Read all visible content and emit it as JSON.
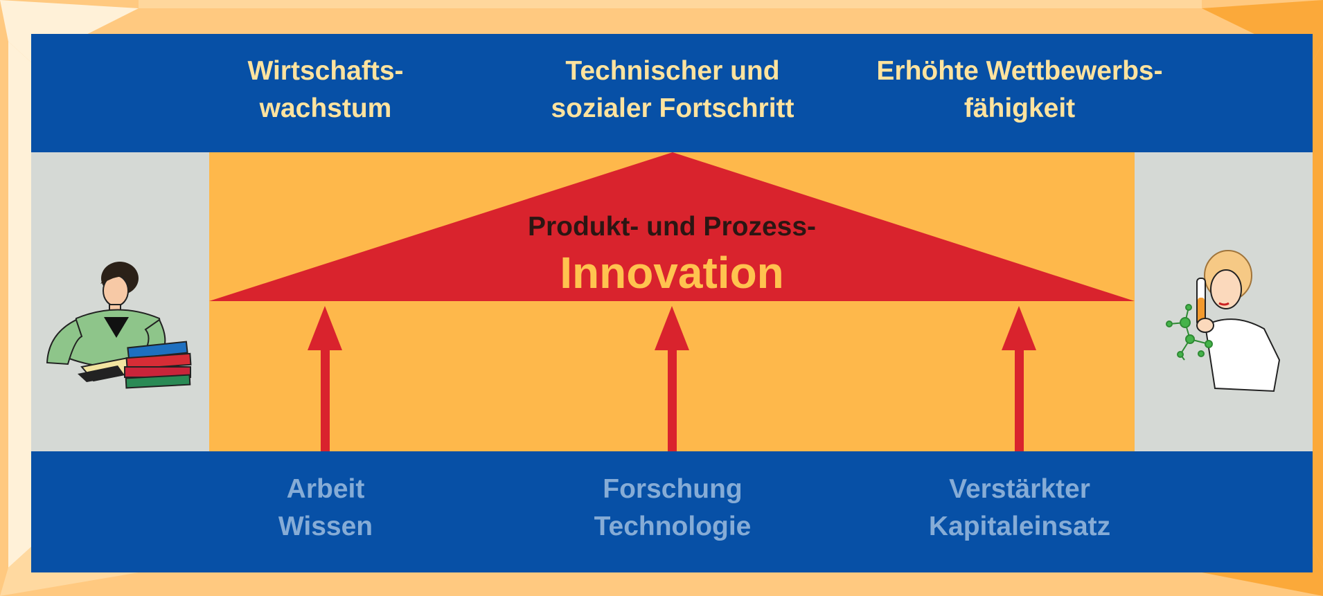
{
  "top_labels": [
    {
      "line1": "Wirtschafts-",
      "line2": "wachstum"
    },
    {
      "line1": "Technischer und",
      "line2": "sozialer Fortschritt"
    },
    {
      "line1": "Erhöhte Wettbewerbs-",
      "line2": "fähigkeit"
    }
  ],
  "bottom_labels": [
    {
      "line1": "Arbeit",
      "line2": "Wissen"
    },
    {
      "line1": "Forschung",
      "line2": "Technologie"
    },
    {
      "line1": "Verstärkter",
      "line2": "Kapitaleinsatz"
    }
  ],
  "roof": {
    "subtitle": "Produkt- und Prozess-",
    "title": "Innovation"
  },
  "colors": {
    "frame": "#ffc980",
    "band": "#0750a6",
    "panel": "#feb84b",
    "side": "#d5d9d5",
    "roof": "#d9232d",
    "arrow": "#d9232d",
    "top_text": "#ffe39e",
    "bottom_text": "#86acd6"
  },
  "icons": [
    "woman-reading-books-icon",
    "scientist-test-tube-molecule-icon"
  ]
}
